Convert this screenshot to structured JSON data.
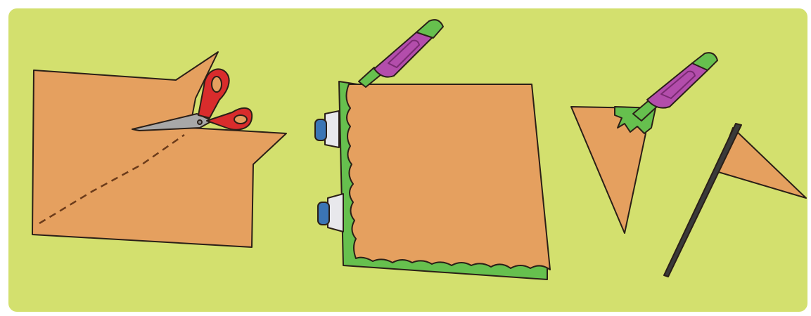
{
  "illustration": {
    "colors": {
      "background": "#d3e06e",
      "paper": "#e5a05f",
      "outline": "#2a1f17",
      "glue_green": "#66c04e",
      "glue_tube_purple": "#b34dab",
      "scissor_red": "#d92c2c",
      "blade_grey": "#a8a8a8",
      "cap_blue": "#3b75b5",
      "stick": "#3a3a3a"
    },
    "steps": [
      {
        "icon": "scissors-icon",
        "element": "paper-cut"
      },
      {
        "icon": "glue-tube-icon",
        "element": "paper-glue-edges"
      },
      {
        "icon": "glue-tube-icon",
        "element": "flag-attach-stick"
      }
    ]
  }
}
